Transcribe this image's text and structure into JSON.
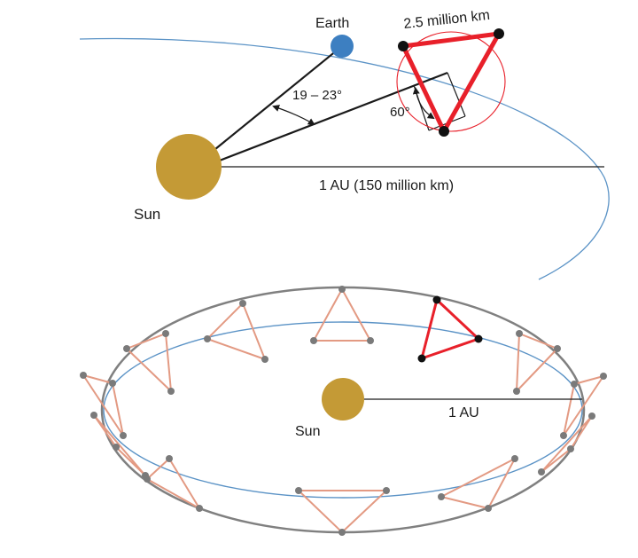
{
  "top_panel": {
    "earth_label": "Earth",
    "sun_label": "Sun",
    "arm_length_label": "2.5 million km",
    "trail_angle_label": "19 – 23°",
    "tilt_angle_label": "60°",
    "distance_label": "1 AU (150 million km)"
  },
  "bottom_panel": {
    "sun_label": "Sun",
    "distance_label": "1 AU"
  },
  "colors": {
    "sun": "#c49a36",
    "earth": "#3d7fc1",
    "orbit": "#5b93c6",
    "constellation_active": "#e8202a",
    "constellation_path": "#e39a83",
    "node_gray": "#7a7a7a",
    "outer_ellipse": "#808080",
    "node_active": "#111111"
  }
}
